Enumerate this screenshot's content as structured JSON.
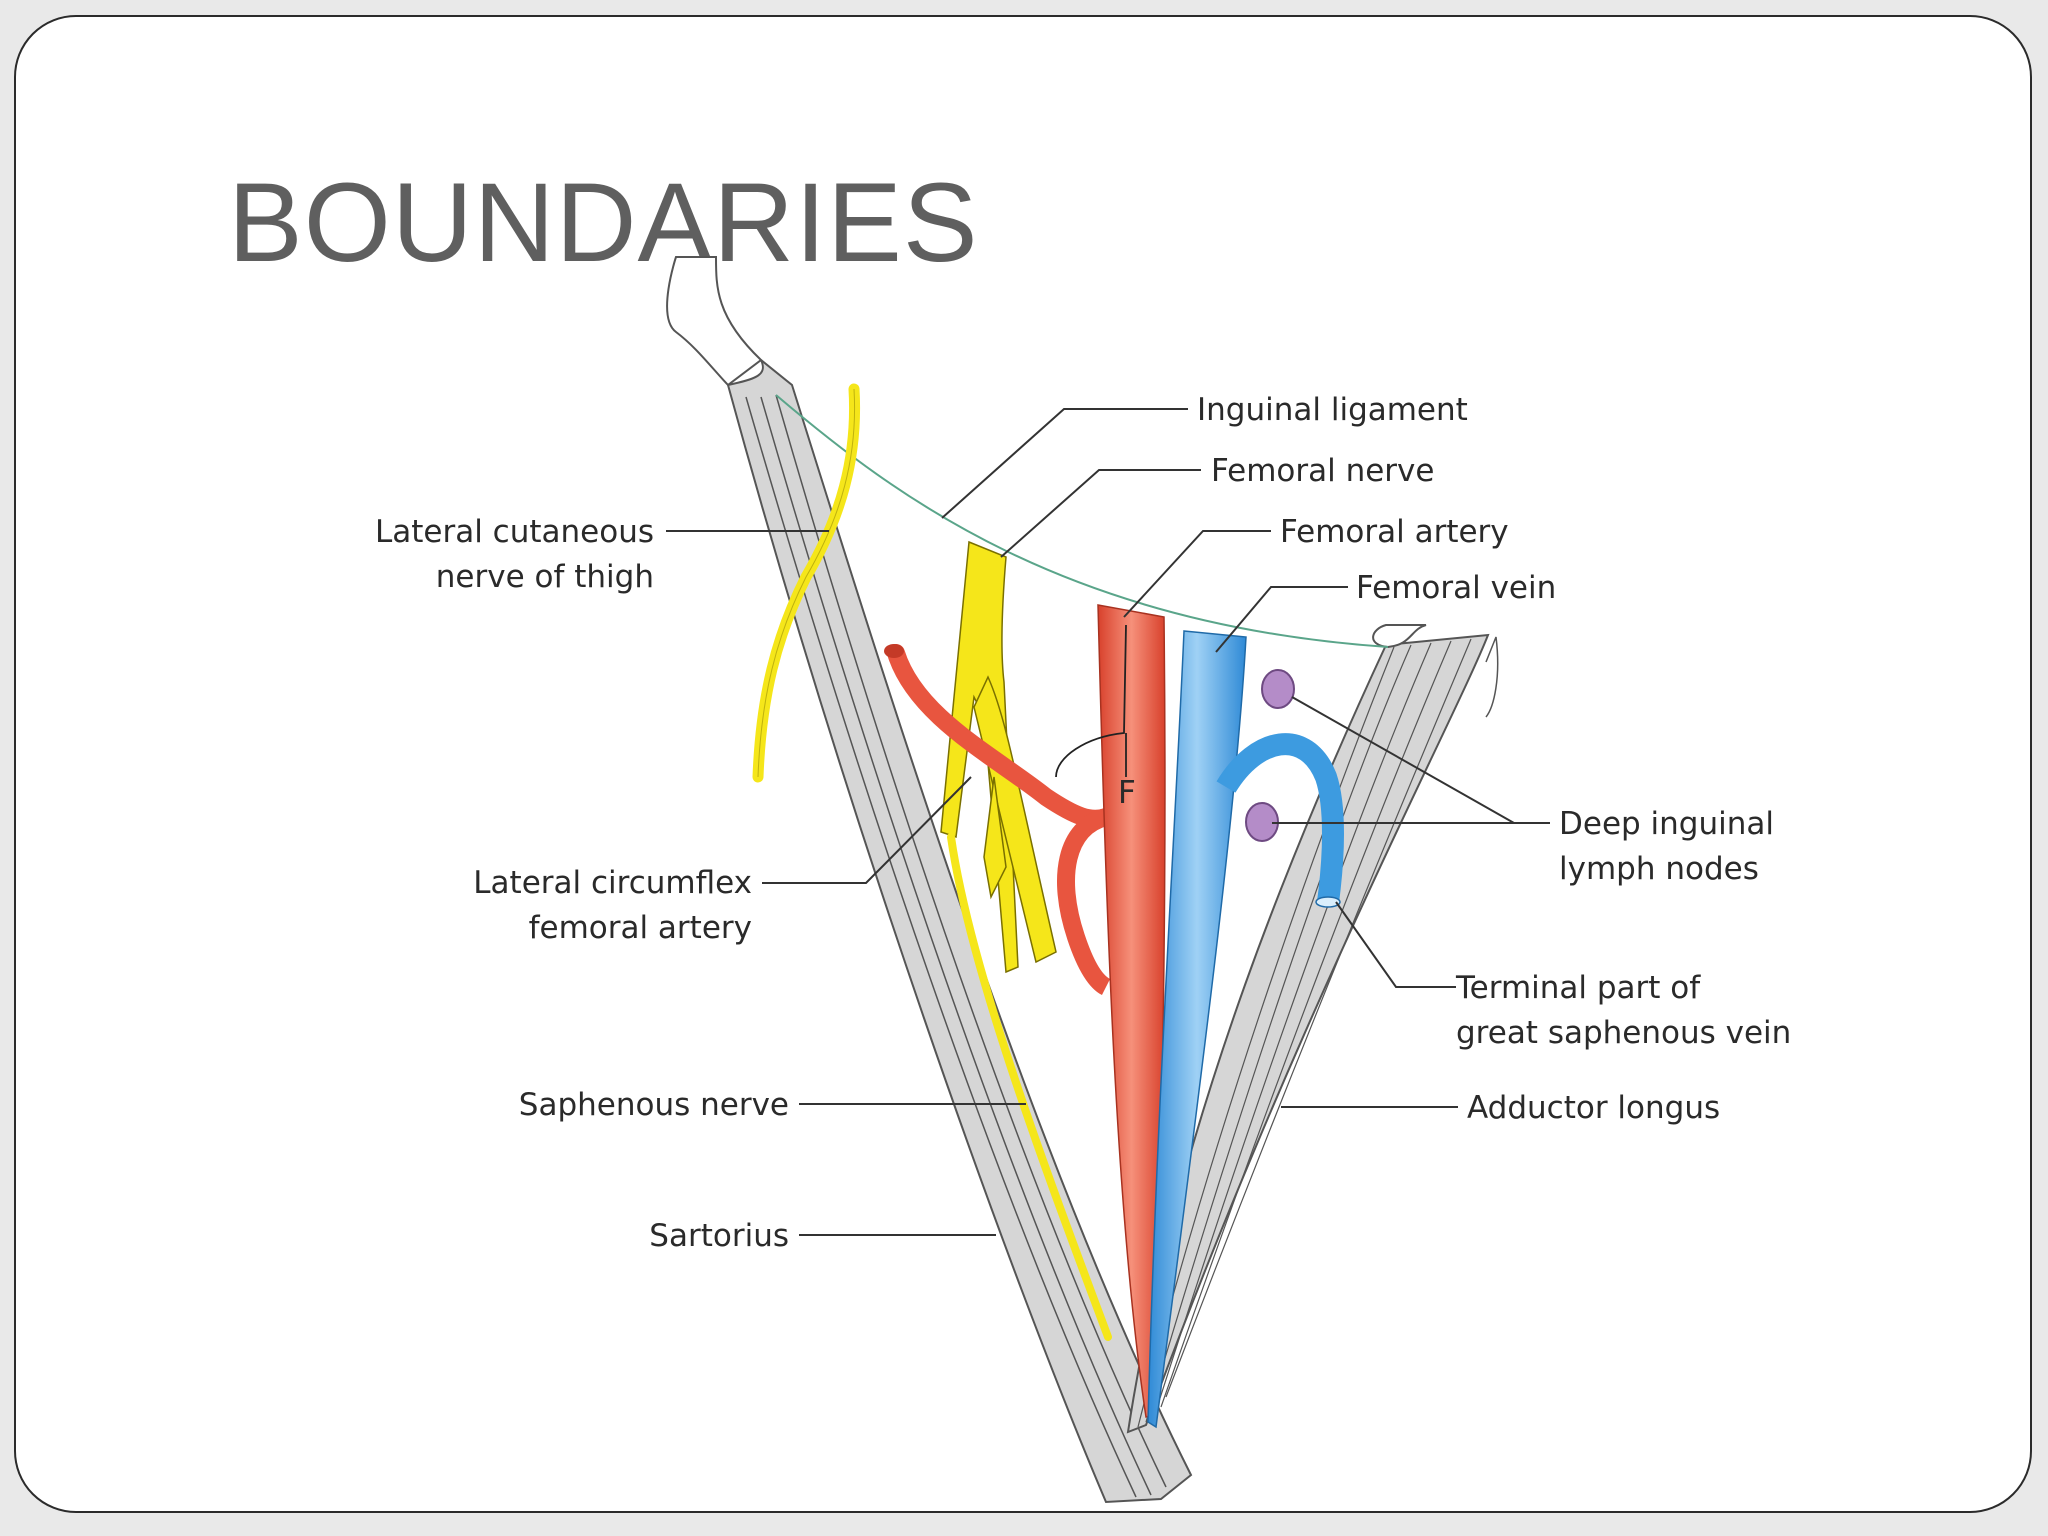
{
  "slide": {
    "title": "BOUNDARIES"
  },
  "diagram": {
    "labels": {
      "inguinal_ligament": "Inguinal ligament",
      "femoral_nerve": "Femoral nerve",
      "femoral_artery": "Femoral artery",
      "femoral_vein": "Femoral vein",
      "lateral_cutaneous_1": "Lateral cutaneous",
      "lateral_cutaneous_2": "nerve of thigh",
      "deep_inguinal_1": "Deep inguinal",
      "deep_inguinal_2": "lymph nodes",
      "lateral_circumflex_1": "Lateral circumflex",
      "lateral_circumflex_2": "femoral artery",
      "terminal_gsv_1": "Terminal part of",
      "terminal_gsv_2": "great saphenous vein",
      "saphenous_nerve": "Saphenous nerve",
      "adductor_longus": "Adductor longus",
      "sartorius": "Sartorius",
      "femoral_canal_marker": "F"
    },
    "colors": {
      "artery": "#e8553f",
      "vein": "#3d9be0",
      "nerve": "#f5e61a",
      "muscle": "#d6d6d6",
      "lymph_node": "#b48cc8",
      "ligament": "#5aa58a"
    }
  }
}
